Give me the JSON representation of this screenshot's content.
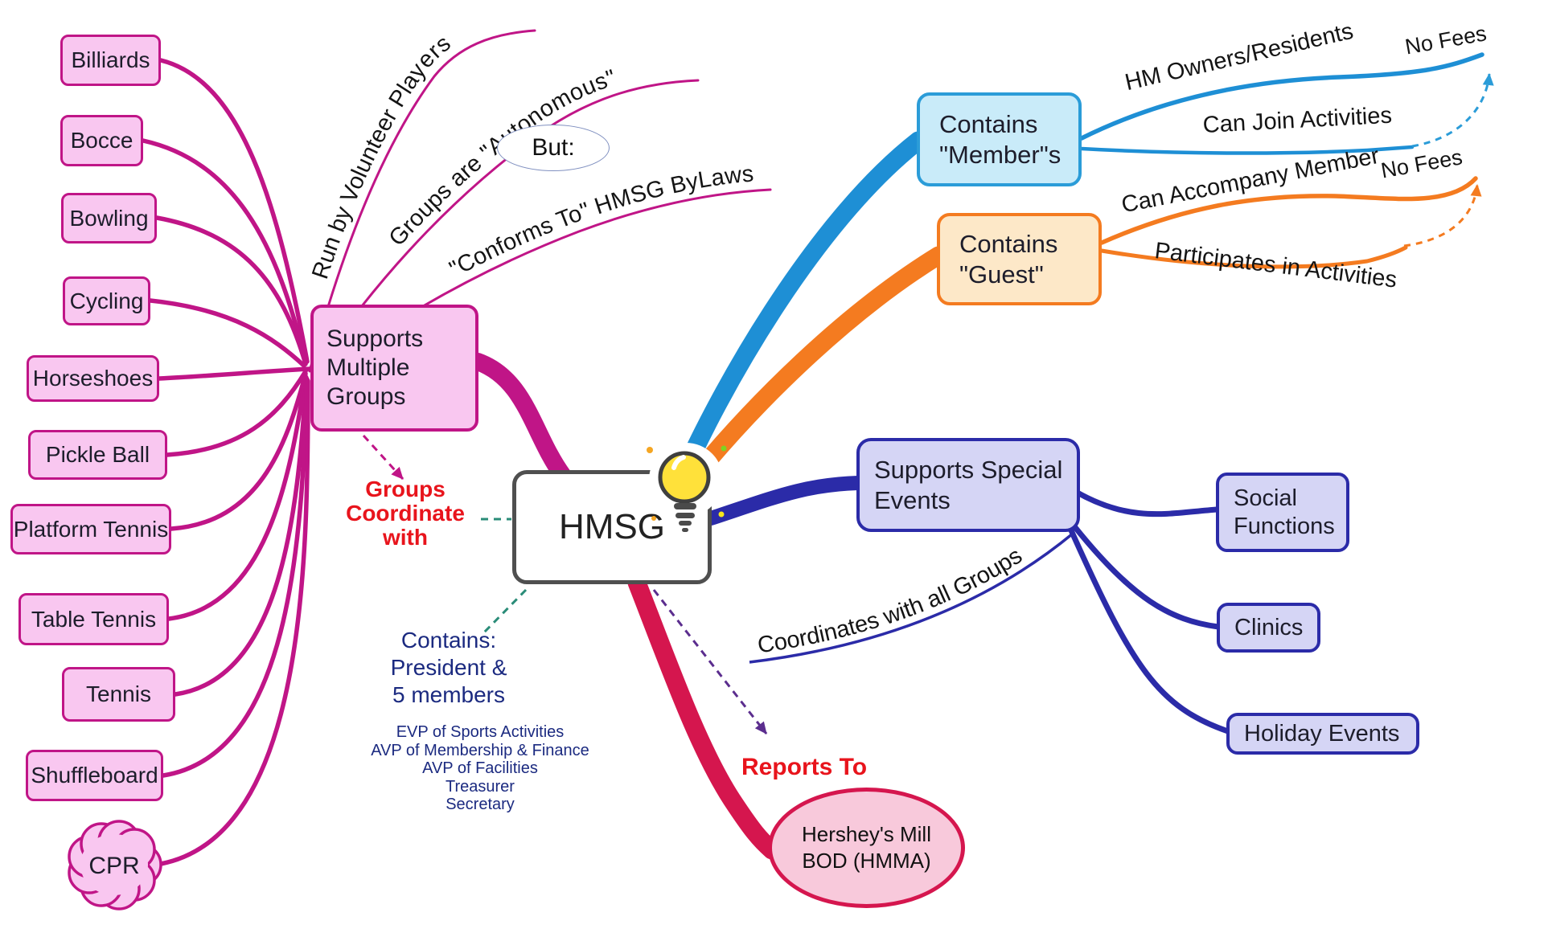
{
  "center": {
    "label": "HMSG"
  },
  "left": {
    "hub": "Supports\nMultiple\nGroups",
    "groups": [
      "Billiards",
      "Bocce",
      "Bowling",
      "Cycling",
      "Horseshoes",
      "Pickle Ball",
      "Platform Tennis",
      "Table Tennis",
      "Tennis",
      "Shuffleboard",
      "CPR"
    ],
    "run_note": "Run by Volunteer Players",
    "autonomous_note": "Groups are \"Autonomous\"",
    "but_note": "But:",
    "conforms_note": "\"Conforms To\" HMSG ByLaws",
    "coordinate_note": "Groups\nCoordinate\nwith"
  },
  "members": {
    "node": "Contains\n\"Member\"s",
    "owners": "HM Owners/Residents",
    "join": "Can Join Activities",
    "fees": "No Fees"
  },
  "guests": {
    "node": "Contains\n\"Guest\"",
    "accompany": "Can Accompany Member",
    "participates": "Participates in Activities",
    "fees": "No Fees"
  },
  "events": {
    "node": "Supports Special\nEvents",
    "social": "Social\nFunctions",
    "clinics": "Clinics",
    "holiday": "Holiday Events",
    "coordinates_note": "Coordinates with all Groups"
  },
  "governance": {
    "contains": "Contains:\nPresident &\n5 members",
    "officers": "EVP of Sports Activities\nAVP of Membership & Finance\nAVP of Facilities\nTreasurer\nSecretary",
    "reports_to": "Reports To",
    "bod": "Hershey's Mill\nBOD (HMMA)"
  },
  "colors": {
    "magenta": "#C01587",
    "pink": "#F9C7F0",
    "blue": "#1E8FD5",
    "blue_fill": "#C9EBF9",
    "orange": "#F47B20",
    "orange_fill": "#FDE8C8",
    "navy": "#2B2BA8",
    "lavender": "#D5D5F5",
    "crimson": "#D5164E",
    "red_text": "#E8141C",
    "navy_text": "#1B2A80",
    "teal": "#2A8C78",
    "purple": "#5B2D8E"
  }
}
